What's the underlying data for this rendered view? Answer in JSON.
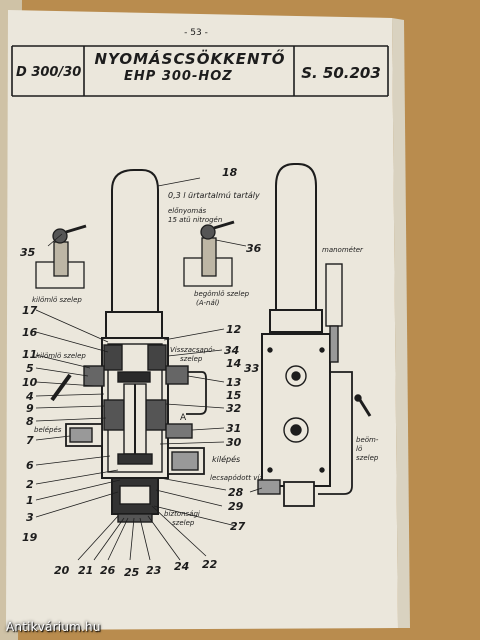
{
  "page": {
    "number": "- 53 -",
    "colors": {
      "background": "#b98c4e",
      "paper": "#ebe7dc",
      "ink": "#1d1d1d",
      "spine": "#cfc2a6"
    }
  },
  "header": {
    "code": "D 300/30",
    "title": "NYOMÁSCSÖKKENTŐ",
    "subtitle": "EHP 300-HOZ",
    "ref": "S. 50.203"
  },
  "annotations": {
    "r1": "0,3 l ürtartalmú tartály",
    "r2": "előnyomás",
    "r3": "15 atü nitrogén",
    "kilomo1": "kilömlö szelep",
    "begomlo": "begömlö szelep",
    "anol": "(A-nál)",
    "manometer": "manométer",
    "visszacsapo1": "Visszacsapó-",
    "visszacsapo2": "szelep",
    "kilomo2": "kilömlö szelep",
    "belepes": "belépés",
    "kilepes": "kilépés",
    "lecsapodott": "lecsapódott víz",
    "biztonsagi1": "biztonsági",
    "biztonsagi2": "szelep",
    "beomlo1": "beöm-",
    "beomlo2": "lö",
    "beomlo3": "szelep",
    "point_a": "A"
  },
  "part_numbers": {
    "p18": "18",
    "p35": "35",
    "p36": "36",
    "p17": "17",
    "p16": "16",
    "p11": "11",
    "p5": "5",
    "p10": "10",
    "p4": "4",
    "p9": "9",
    "p8": "8",
    "p7": "7",
    "p6": "6",
    "p2": "2",
    "p1": "1",
    "p3": "3",
    "p19": "19",
    "p12": "12",
    "p34": "34",
    "p14": "14",
    "p33": "33",
    "p13": "13",
    "p15": "15",
    "p32": "32",
    "p31": "31",
    "p30": "30",
    "p28": "28",
    "p29": "29",
    "p27": "27",
    "p20": "20",
    "p21": "21",
    "p26": "26",
    "p25": "25",
    "p23": "23",
    "p24": "24",
    "p22": "22"
  },
  "watermark": "Antikvárium.hu"
}
